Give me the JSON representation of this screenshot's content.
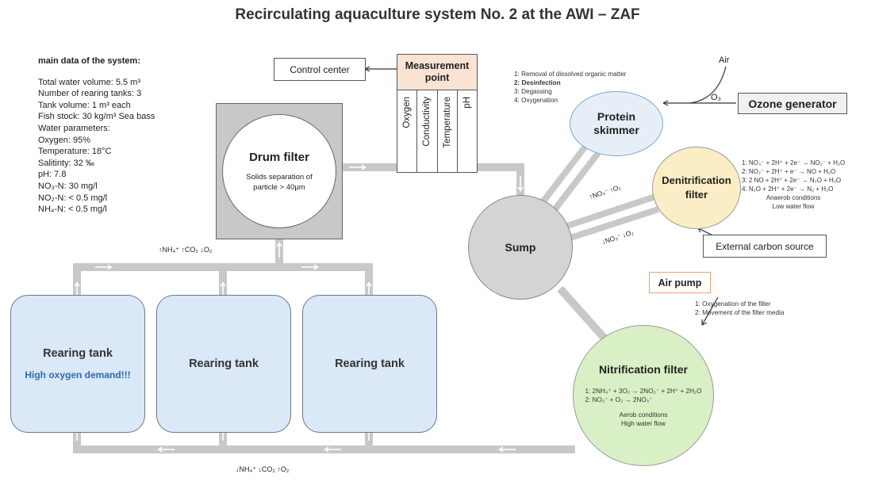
{
  "title": "Recirculating aquaculture system No. 2 at the AWI – ZAF",
  "system_data": {
    "heading": "main data of the system:",
    "lines": [
      "Total water volume: 5.5 m³",
      "Number of rearing tanks: 3",
      "Tank volume: 1 m³ each",
      "Fish stock: 30 kg/m³ Sea bass",
      "Water parameters:",
      "Oxygen: 95%",
      "Temperature: 18°C",
      "Salitinty: 32 ‰",
      "pH: 7.8",
      "NO₃-N: 30 mg/l",
      "NO₂-N: < 0.5 mg/l",
      "NH₄-N: < 0.5 mg/l"
    ]
  },
  "control_center": "Control center",
  "measurement_point": {
    "title": "Measurement point",
    "sensors": [
      "Oxygen",
      "Conductivity",
      "Temperature",
      "pH"
    ]
  },
  "drum_filter": {
    "title": "Drum filter",
    "desc": "Solids separation of particle > 40µm"
  },
  "protein_skimmer": {
    "title": "Protein skimmer",
    "notes": [
      "1: Removal of dissolved organic matter",
      "2: Desinfection",
      "3: Degassing",
      "4: Oxygenation"
    ]
  },
  "air_label": "Air",
  "o3_label": "O₃",
  "ozone_generator": "Ozone generator",
  "denitrification_filter": {
    "title": "Denitrification filter",
    "reactions": [
      "1: NO₃⁻ + 2H⁺ + 2e⁻ → NO₂⁻ + H₂O",
      "2: NO₂⁻ + 2H⁺ + e⁻ → NO + H₂O",
      "3: 2 NO + 2H⁺ + 2e⁻ → N₂O + H₂O",
      "4: N₂O + 2H⁺ + 2e⁻ → N₂ + H₂O"
    ],
    "conditions": [
      "Anaerob conditions",
      "Low water flow"
    ]
  },
  "external_carbon": "External carbon source",
  "sump": "Sump",
  "sump_to_denitri": "↑NO₃⁻ ↑O₂",
  "denitri_to_sump": "↓NO₃⁻ ↓O₂",
  "air_pump": {
    "title": "Air pump",
    "notes": [
      "1: Oxygenation of the filter",
      "2: Movement of the filter media"
    ]
  },
  "nitrification_filter": {
    "title": "Nitrification filter",
    "reactions": [
      "1: 2NH₄⁺ + 3O₂ → 2NO₂⁻ + 2H⁺ + 2H₂O",
      "2: NO₂⁻ + O₂ → 2NO₃⁻"
    ],
    "conditions": [
      "Aerob conditions",
      "High water flow"
    ]
  },
  "tanks": [
    {
      "title": "Rearing tank",
      "note": "High oxygen demand!!!"
    },
    {
      "title": "Rearing tank",
      "note": ""
    },
    {
      "title": "Rearing tank",
      "note": ""
    }
  ],
  "top_pipe_label": "↑NH₄⁺ ↑CO₂ ↓O₂",
  "bottom_pipe_label": "↓NH₄⁺ ↓CO₂ ↑O₂",
  "colors": {
    "pipe": "#c8c8c8",
    "tank_fill": "#dae8f7",
    "protein_fill": "#e6eff8",
    "denitri_fill": "#fbedc6",
    "nitri_fill": "#d9f0c6",
    "sump_fill": "#d4d4d4",
    "measure_header": "#fbe3d4",
    "air_pump_border": "#e8a36a"
  }
}
